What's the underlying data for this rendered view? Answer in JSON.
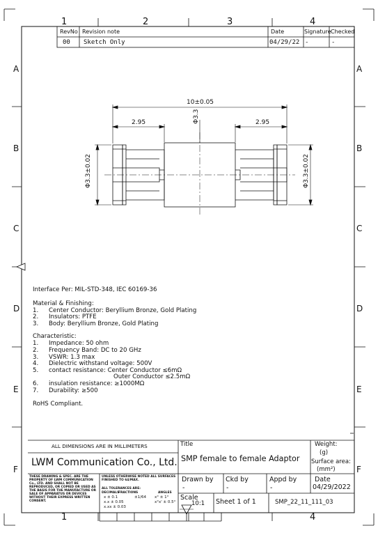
{
  "zones": {
    "columns": [
      "1",
      "2",
      "3",
      "4"
    ],
    "rows": [
      "A",
      "B",
      "C",
      "D",
      "E",
      "F"
    ]
  },
  "revision_table": {
    "headers": [
      "RevNo",
      "Revision note",
      "Date",
      "Signature",
      "Checked"
    ],
    "row": [
      "00",
      "Sketch Only",
      "04/29/22",
      "-",
      "-"
    ]
  },
  "dimensions": {
    "overall_length": "10±0.05",
    "left_segment": "2.95",
    "right_segment": "2.95",
    "center_diameter": "Φ3.3",
    "left_end_diameter": "Φ3.3±0.02",
    "right_end_diameter": "Φ3.3±0.02"
  },
  "notes": {
    "interface": "Interface Per: MIL-STD-348, IEC 60169-36",
    "material_title": "Material & Finishing:",
    "materials": [
      {
        "n": "1.",
        "text": "Center Conductor: Beryllium Bronze, Gold Plating"
      },
      {
        "n": "2.",
        "text": "Insulators: PTFE"
      },
      {
        "n": "3.",
        "text": "Body: Beryllium Bronze, Gold Plating"
      }
    ],
    "characteristic_title": "Characteristic:",
    "characteristics": [
      {
        "n": "1.",
        "text": "Impedance: 50 ohm"
      },
      {
        "n": "2.",
        "text": "Frequency Band: DC to 20 GHz"
      },
      {
        "n": "3.",
        "text": "VSWR: 1.3 max"
      },
      {
        "n": "4.",
        "text": "Dielectric withstand voltage: 500V"
      },
      {
        "n": "5.",
        "text": "contact resistance: Center Conductor ≤6mΩ"
      },
      {
        "n": "",
        "text": "Outer Conductor ≤2.5mΩ"
      },
      {
        "n": "6.",
        "text": "insulation resistance: ≥1000MΩ"
      },
      {
        "n": "7.",
        "text": "Durability: ≥500"
      }
    ],
    "rohs": "RoHS Compliant."
  },
  "title_block": {
    "all_dims": "ALL DIMENSIONS ARE IN MILLIMETERS",
    "company": "LWM Communication Co., Ltd.",
    "property_note": "THESE DRAWING & SPEC. ARE THE PROPERTY OF LWM COMMUNICATION Co., LTD. AND SHALL NOT BE REPRODUCED, OR COPIED OR USED AS THE BASIS FOR THE MANUFACTURE OR SALE OF APPARATUS OR DEVICES WITHOUT THEIR EXPRESS WRITTEN CONSENT.",
    "tolerance_note1": "UNLESS OTHERWISE NOTED ALL SURFACES FINISHED TO 64/MAX.",
    "tolerance_note2": "ALL TOLERANCES ARE:",
    "tol_head_decimals": "DECIMALS",
    "tol_head_fractions": "FRACTIONS",
    "tol_head_angles": "ANGLES",
    "tol_row1": [
      "x ± 0.1",
      "±1/64",
      "x° ± 1°"
    ],
    "tol_row2": [
      "x.x ± 0.05",
      "",
      "x°x' ± 0.5°"
    ],
    "tol_row3": [
      "x.xx ± 0.03",
      "",
      ""
    ],
    "title_label": "Title",
    "title": "SMP female to female Adaptor",
    "weight_label": "Weight:",
    "weight_unit": "(g)",
    "surface_label": "Surface area:",
    "surface_unit": "(mm²)",
    "drawn_label": "Drawn by",
    "drawn_value": "-",
    "ckd_label": "Ckd by",
    "ckd_value": "-",
    "appd_label": "Appd by",
    "appd_value": "-",
    "date_label": "Date",
    "date_value": "04/29/2022",
    "scale_label": "Scale",
    "scale_value": "10:1",
    "sheet": "Sheet 1 of 1",
    "drawing_no": "SMP_22_11_111_03",
    "corner_dash": "-"
  }
}
